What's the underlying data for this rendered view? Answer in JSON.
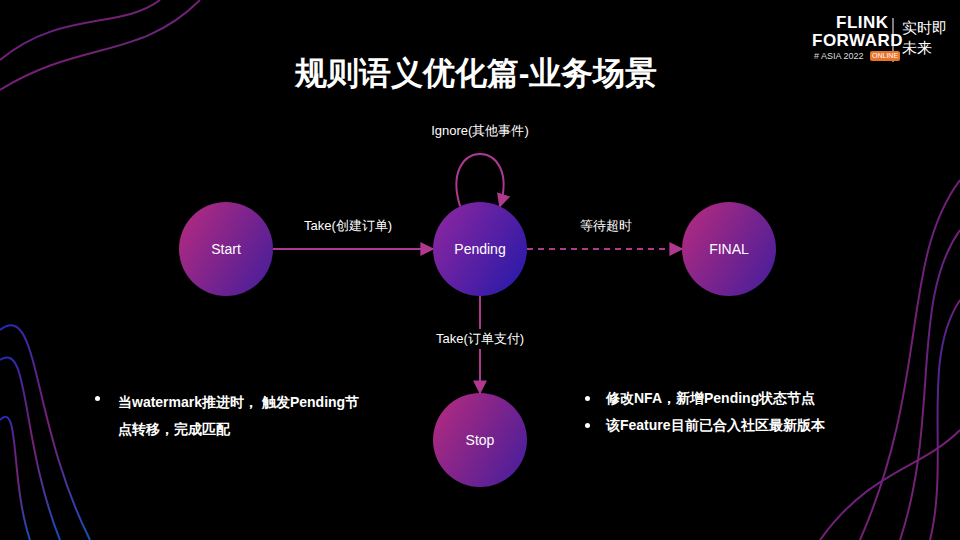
{
  "diagram": {
    "title": "规则语义优化篇-业务场景",
    "nodes": [
      {
        "text": [
          "Start"
        ]
      },
      {
        "text": [
          "Pending"
        ]
      },
      {
        "text": [
          "FINAL"
        ]
      },
      {
        "text": [
          "Stop"
        ]
      }
    ],
    "edges": [
      {
        "from": 0,
        "to": 1,
        "label": "Take(创建订单)",
        "arrow": "to"
      },
      {
        "from": 1,
        "to": 1,
        "label": "Ignore(其他事件)",
        "arrow": "to"
      },
      {
        "from": 1,
        "to": 2,
        "label": "等待超时",
        "arrow": "to"
      },
      {
        "from": 1,
        "to": 3,
        "label": "Take(订单支付)",
        "arrow": "to"
      }
    ],
    "labels": [
      "当watermark推进时， 触发Pending节点转移，完成匹配",
      "修改NFA，新增Pending状态节点",
      "该Feature目前已合入社区最新版本",
      "FLINK",
      "FORWARD",
      "# ASIA 2022",
      "ONLINE",
      "实时即未来"
    ]
  }
}
